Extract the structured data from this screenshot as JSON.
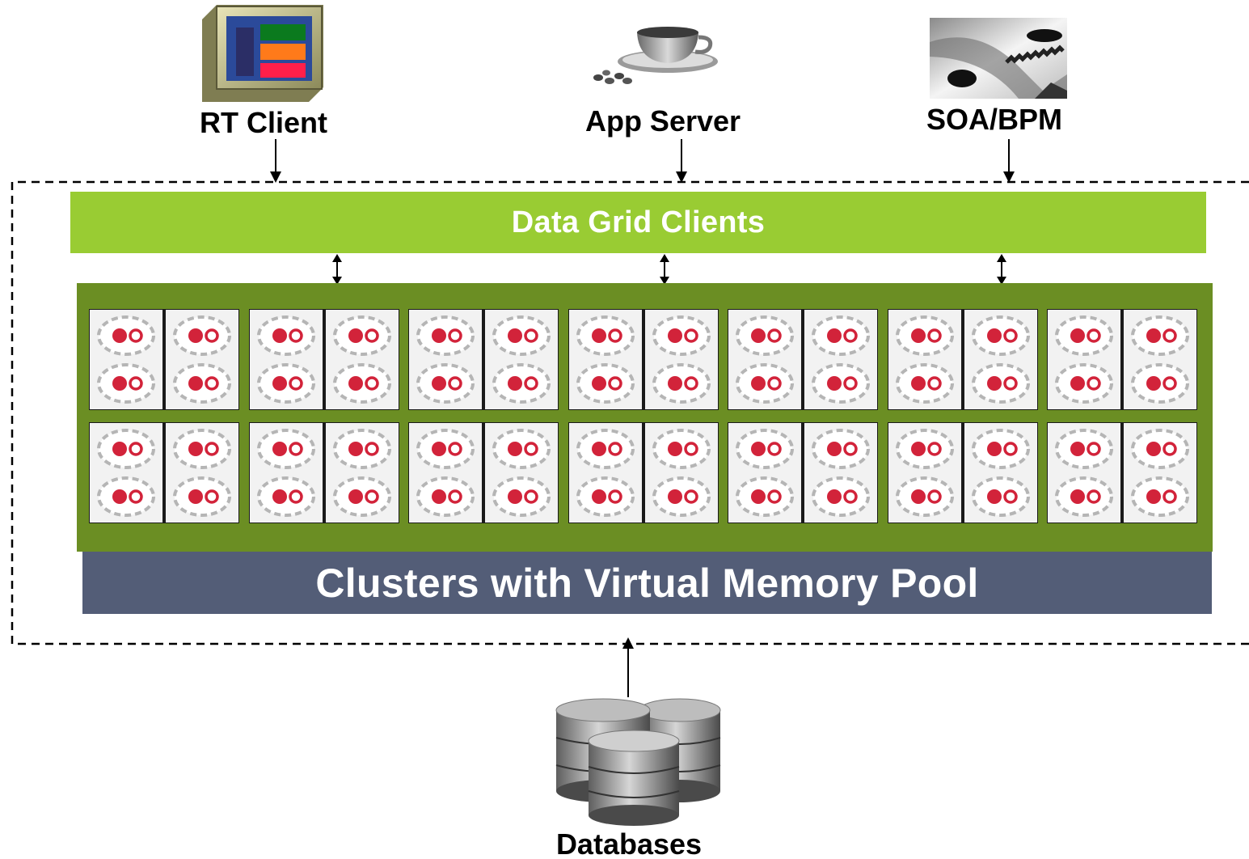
{
  "clients": [
    {
      "id": "rt-client",
      "label": "RT Client",
      "icon": "dashboard-monitor-icon"
    },
    {
      "id": "app-server",
      "label": "App Server",
      "icon": "coffee-cup-icon"
    },
    {
      "id": "soa-bpm",
      "label": "SOA/BPM",
      "icon": "gears-icon"
    }
  ],
  "grid_clients": {
    "label": "Data Grid Clients"
  },
  "cluster_pool": {
    "label": "Clusters with Virtual Memory Pool",
    "rows": 2,
    "groups_per_row": 7,
    "nodes_per_group": 2,
    "instances_per_node": 2
  },
  "database": {
    "label": "Databases",
    "icon": "database-stack-icon"
  },
  "colors": {
    "grid_clients": "#99cc33",
    "cluster_panel": "#6b8e23",
    "pool_bar": "#535d77",
    "instance_red": "#d2233a"
  }
}
